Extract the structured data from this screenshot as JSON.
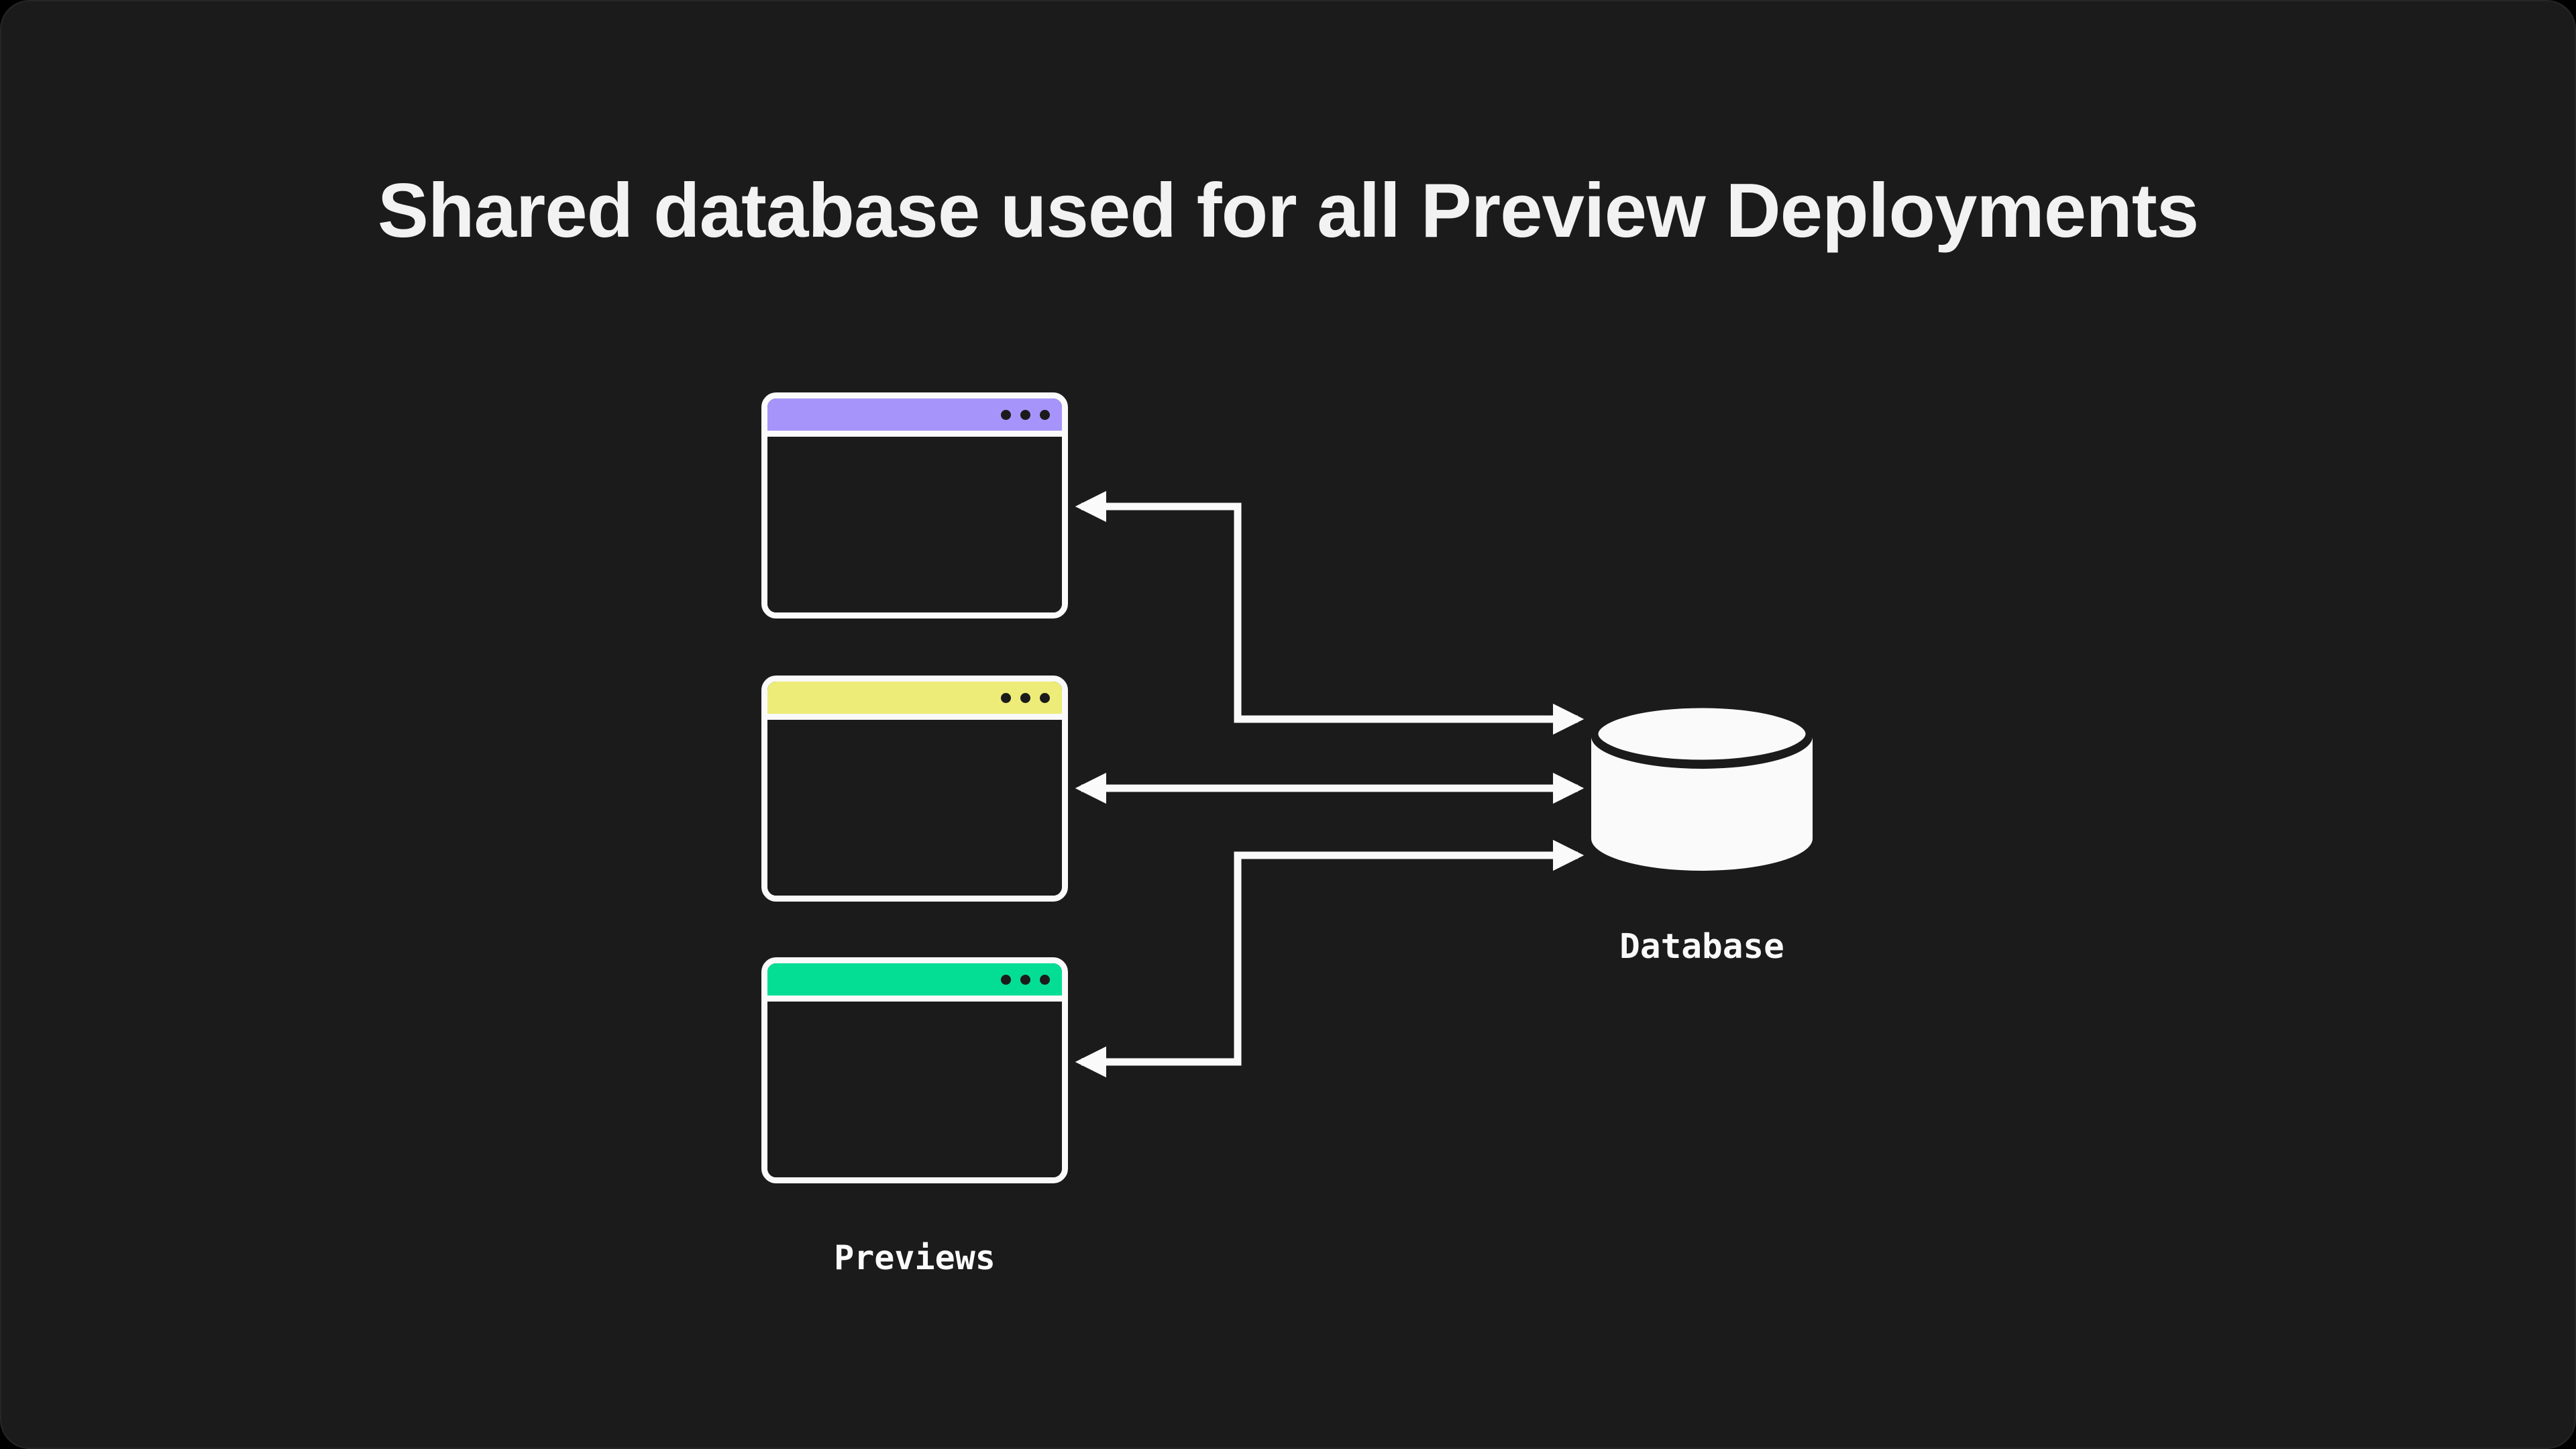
{
  "title": "Shared database used for all Preview Deployments",
  "previews": {
    "label": "Previews",
    "windows": [
      {
        "name": "preview-window-1",
        "bar_color": "#A694FA",
        "bar_color_name": "purple",
        "dots": 3
      },
      {
        "name": "preview-window-2",
        "bar_color": "#EDEC78",
        "bar_color_name": "yellow",
        "dots": 3
      },
      {
        "name": "preview-window-3",
        "bar_color": "#04DE94",
        "bar_color_name": "green",
        "dots": 3
      }
    ]
  },
  "database": {
    "label": "Database",
    "icon": "database-cylinder-icon"
  },
  "connectors": [
    {
      "from": "preview-window-1",
      "to": "database",
      "shape": "elbow",
      "arrows": "both-ends"
    },
    {
      "from": "preview-window-2",
      "to": "database",
      "shape": "straight",
      "arrows": "both-ends"
    },
    {
      "from": "preview-window-3",
      "to": "database",
      "shape": "elbow",
      "arrows": "both-ends"
    }
  ],
  "colors": {
    "background": "#1B1B1B",
    "foreground": "#FAFAFA",
    "title_text": "#F2F2F2",
    "window_dot": "#1B1B1B"
  }
}
